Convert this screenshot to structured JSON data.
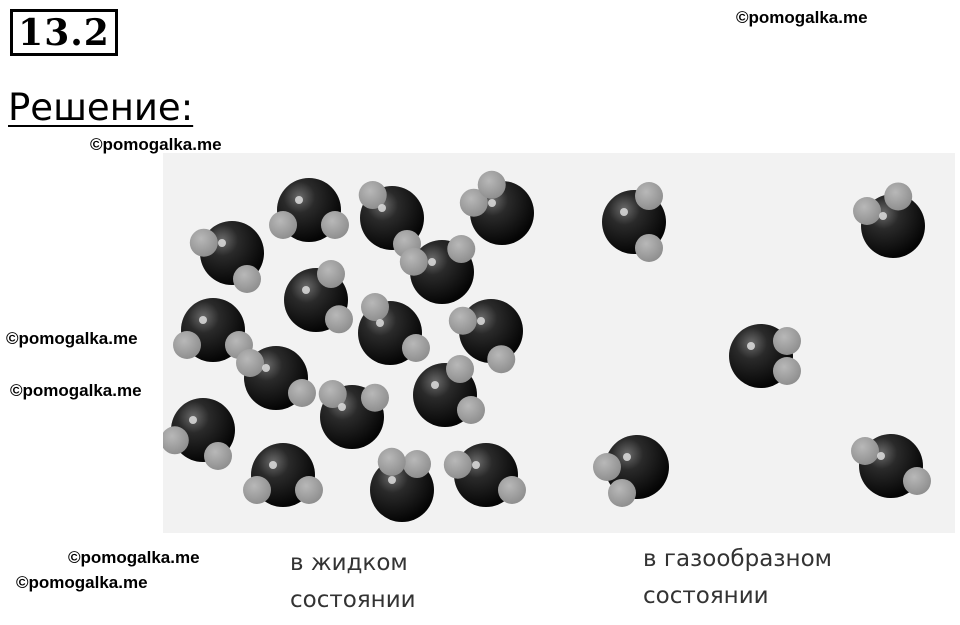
{
  "problem": {
    "number": "13.2"
  },
  "heading": "Решение:",
  "watermark": "©pomogalka.me",
  "captions": {
    "liquid": {
      "line1": "в жидком",
      "line2": "состоянии"
    },
    "gas": {
      "line1": "в газообразном",
      "line2": "состоянии"
    }
  },
  "colors": {
    "oxygen": "#1c1c1c",
    "hydrogen": "#9a9a9a",
    "panel": "#f2f2f2"
  }
}
